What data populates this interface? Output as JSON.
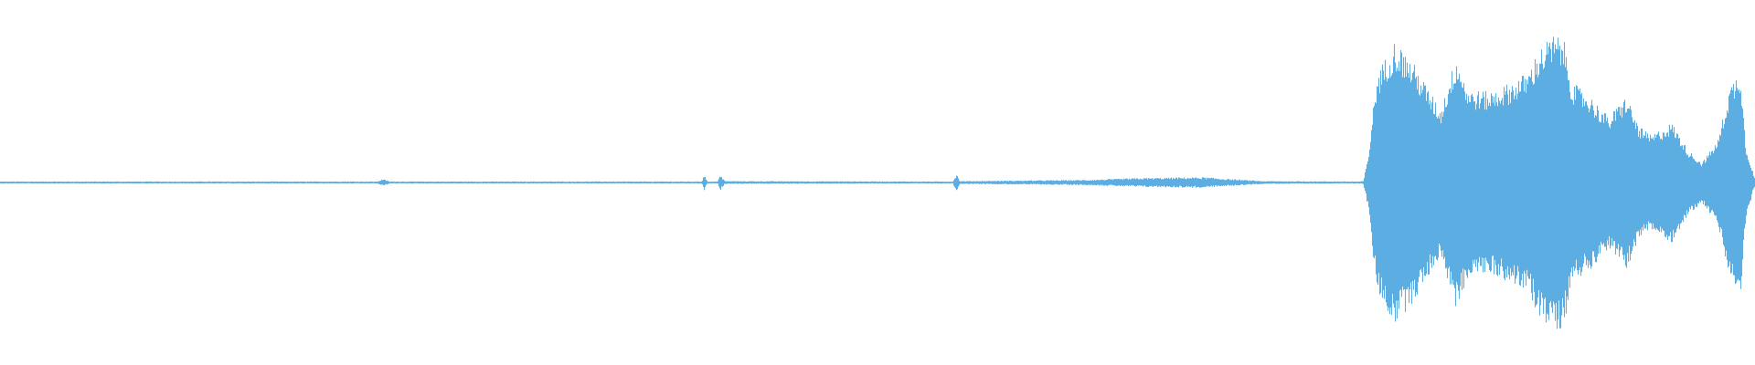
{
  "waveform": {
    "color": "#5DADE2",
    "background": "#FFFFFF",
    "amplitude_range": [
      -1,
      1
    ],
    "envelope": [
      [
        0.0,
        0.006
      ],
      [
        0.215,
        0.006
      ],
      [
        0.218,
        0.02
      ],
      [
        0.222,
        0.006
      ],
      [
        0.4,
        0.006
      ],
      [
        0.401,
        0.05
      ],
      [
        0.403,
        0.006
      ],
      [
        0.409,
        0.006
      ],
      [
        0.41,
        0.05
      ],
      [
        0.413,
        0.008
      ],
      [
        0.543,
        0.006
      ],
      [
        0.545,
        0.05
      ],
      [
        0.547,
        0.008
      ],
      [
        0.568,
        0.01
      ],
      [
        0.62,
        0.015
      ],
      [
        0.65,
        0.025
      ],
      [
        0.685,
        0.03
      ],
      [
        0.7,
        0.02
      ],
      [
        0.72,
        0.008
      ],
      [
        0.776,
        0.006
      ],
      [
        0.777,
        0.01
      ],
      [
        0.78,
        0.15
      ],
      [
        0.782,
        0.36
      ],
      [
        0.785,
        0.6
      ],
      [
        0.792,
        0.73
      ],
      [
        0.795,
        0.78
      ],
      [
        0.806,
        0.65
      ],
      [
        0.821,
        0.4
      ],
      [
        0.83,
        0.7
      ],
      [
        0.837,
        0.51
      ],
      [
        0.849,
        0.5
      ],
      [
        0.861,
        0.55
      ],
      [
        0.871,
        0.61
      ],
      [
        0.877,
        0.73
      ],
      [
        0.885,
        0.81
      ],
      [
        0.891,
        0.8
      ],
      [
        0.896,
        0.55
      ],
      [
        0.906,
        0.48
      ],
      [
        0.917,
        0.36
      ],
      [
        0.927,
        0.48
      ],
      [
        0.934,
        0.31
      ],
      [
        0.941,
        0.26
      ],
      [
        0.953,
        0.33
      ],
      [
        0.962,
        0.18
      ],
      [
        0.97,
        0.11
      ],
      [
        0.979,
        0.23
      ],
      [
        0.986,
        0.53
      ],
      [
        0.992,
        0.63
      ],
      [
        0.995,
        0.2
      ],
      [
        1.0,
        0.03
      ]
    ]
  }
}
